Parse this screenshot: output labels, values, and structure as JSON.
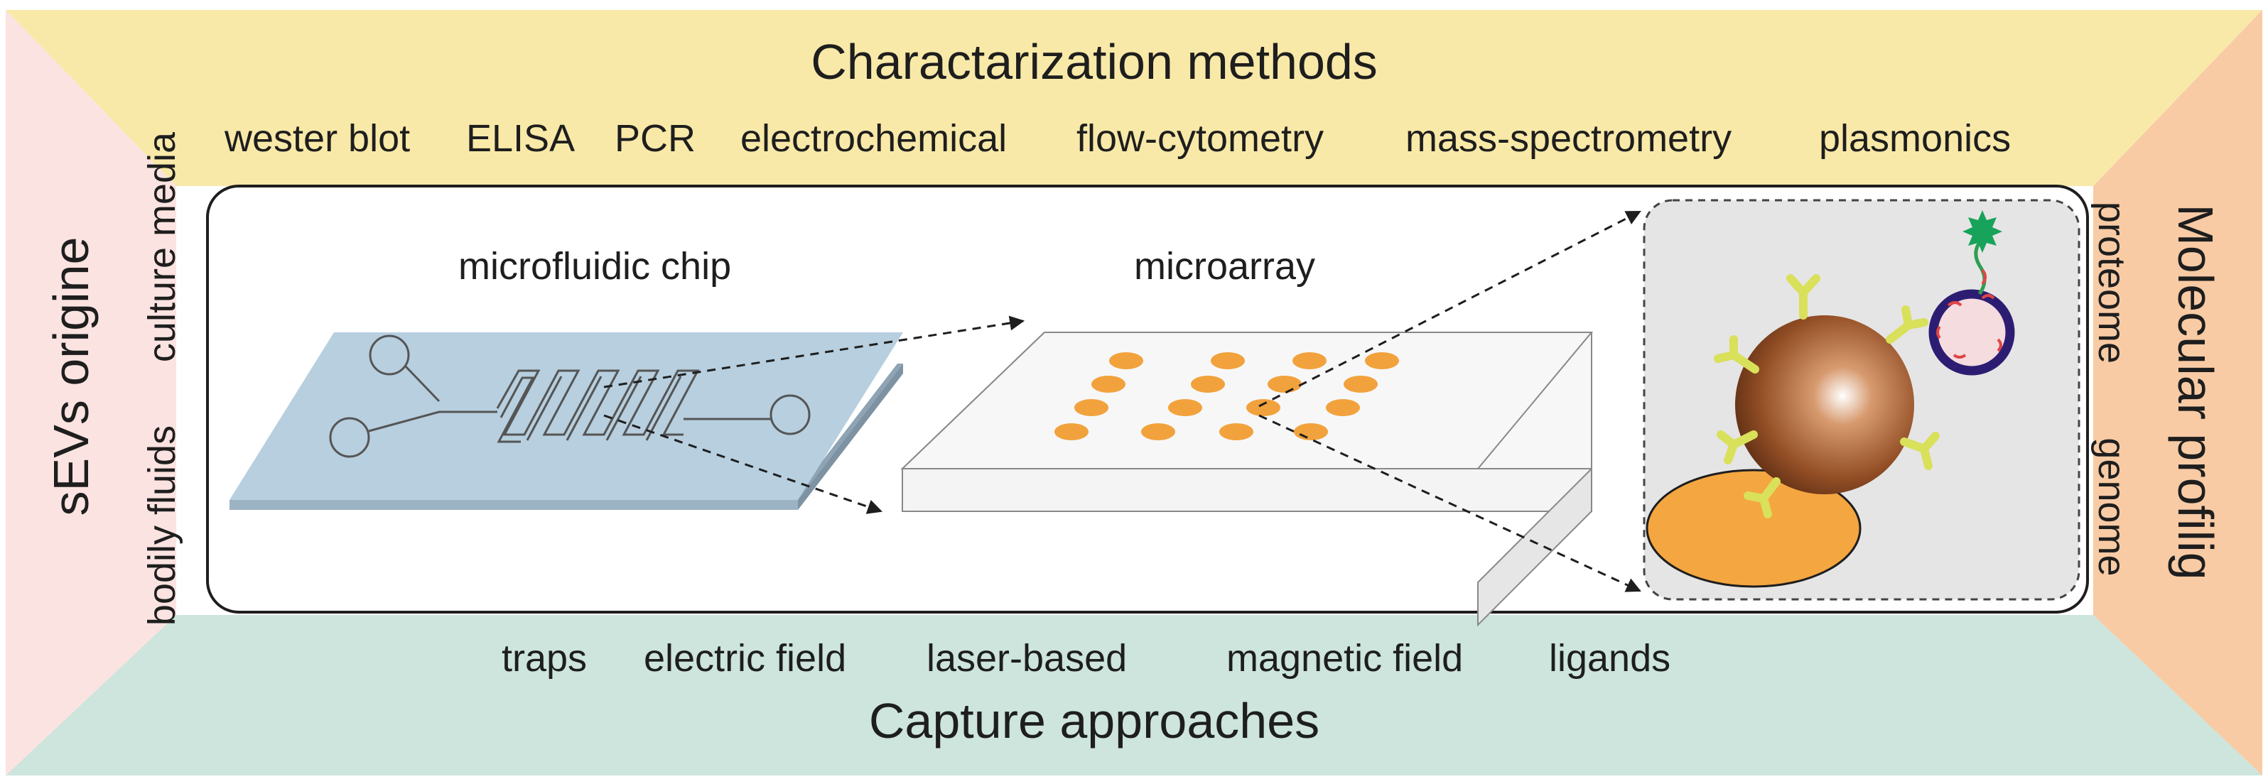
{
  "top": {
    "title": "Charactarization methods",
    "methods": [
      "wester blot",
      "ELISA",
      "PCR",
      "electrochemical",
      "flow-cytometry",
      "mass-spectrometry",
      "plasmonics"
    ]
  },
  "bottom": {
    "title": "Capture approaches",
    "approaches": [
      "traps",
      "electric field",
      "laser-based",
      "magnetic field",
      "ligands"
    ]
  },
  "left": {
    "title": "sEVs origine",
    "sources": [
      "bodily fluids",
      "culture media"
    ]
  },
  "right": {
    "title": "Molecular profilig",
    "targets": [
      "proteome",
      "genome"
    ]
  },
  "center": {
    "chip_label": "microfluidic chip",
    "array_label": "microarray"
  },
  "colors": {
    "top_band": "#f9e9a8",
    "bottom_band": "#cde5dc",
    "left_band": "#fbe3e1",
    "right_band": "#f8cba5",
    "chip": "#b7cfdf",
    "spot": "#f2a23c",
    "vesicle": "#8a4a25",
    "antibody": "#d9e05a",
    "substrate": "#f4a640"
  },
  "icons": [
    "microfluidic-chip-icon",
    "microarray-icon",
    "vesicle-icon",
    "antibody-icon",
    "liposome-icon",
    "fluorophore-icon"
  ]
}
